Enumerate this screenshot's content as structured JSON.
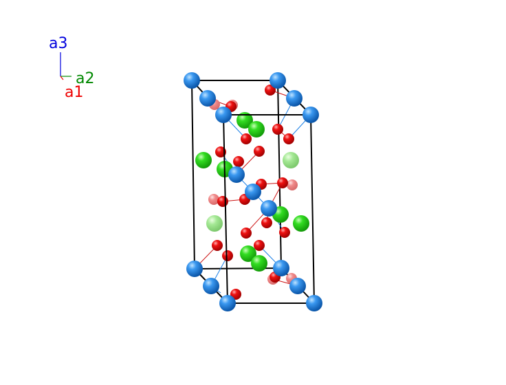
{
  "axes": {
    "a1": {
      "label": "a1",
      "color": "#ee0000"
    },
    "a2": {
      "label": "a2",
      "color": "#008800"
    },
    "a3": {
      "label": "a3",
      "color": "#0000dd"
    }
  },
  "colors": {
    "cell_edge": "#000000",
    "blue_atom": "#1a7fe6",
    "green_atom": "#22dd11",
    "red_atom": "#ee0000",
    "bond_red": "#cc1111",
    "bond_blue": "#1a7fe6"
  }
}
